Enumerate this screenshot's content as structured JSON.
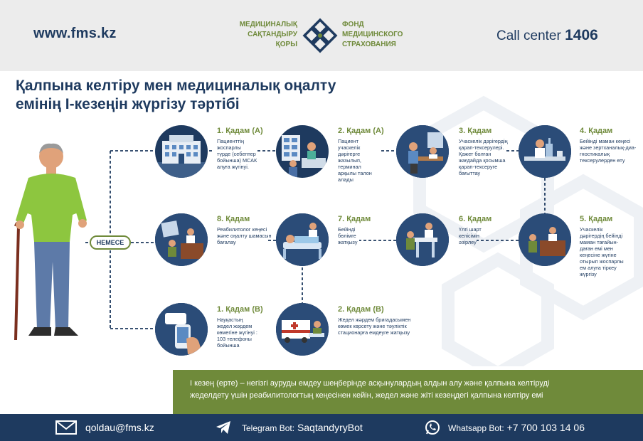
{
  "header": {
    "site": "www.fms.kz",
    "logo_left_lines": [
      "МЕДИЦИНАЛЫҚ",
      "САҚТАНДЫРУ",
      "ҚОРЫ"
    ],
    "logo_right_lines": [
      "ФОНД",
      "МЕДИЦИНСКОГО",
      "СТРАХОВАНИЯ"
    ],
    "call_center_label": "Call center",
    "call_center_number": "1406"
  },
  "title_lines": [
    "Қалпына келтіру мен медициналық оңалту",
    "емінің  І-кезеңін жүргізу тәртібі"
  ],
  "or_label": "НЕМЕСЕ",
  "steps": {
    "s1a": {
      "title": "1. Қадам (А)",
      "lines": [
        "Пациенттің",
        "жоспарлы",
        "түрде (себептер",
        "бойынша) МСАК",
        "алуға жүгінуі."
      ]
    },
    "s2a": {
      "title": "2. Қадам (А)",
      "lines": [
        "Пациент",
        "учаскелік",
        "дәрігерге",
        "жазылып,",
        "терминал",
        "арқылы талон",
        "алады"
      ]
    },
    "s3": {
      "title": "3. Қадам",
      "lines": [
        "Учаскелік дәрігердің",
        "қарап-тексерулері.",
        "Қажет болған",
        "жағдайда қосымша",
        "қарап-тексеруге",
        "бағыттау"
      ]
    },
    "s4": {
      "title": "4. Қадам",
      "lines": [
        "Бейінді маман кеңесі",
        "және зертханалық-диа-",
        "гностикалық",
        "тексерулерден өту"
      ]
    },
    "s5": {
      "title": "5. Қадам",
      "lines": [
        "Учаскелік",
        "дәрігердің бейінді",
        "маман тағайын-",
        "даған емі мен",
        "кеңесіне жүгіне",
        "отырып жоспарлы",
        "ем алуға тіркеу",
        "жүргізу"
      ]
    },
    "s6": {
      "title": "6. Қадам",
      "lines": [
        "Үлгі шарт",
        "келісімін",
        "әзірлеу"
      ]
    },
    "s7": {
      "title": "7. Қадам",
      "lines": [
        "Бейінді",
        "бөлімге",
        "жатқызу"
      ]
    },
    "s8": {
      "title": "8. Қадам",
      "lines": [
        "Реабилитолог кеңесі",
        "және оңалту шамасын",
        "бағалау"
      ]
    },
    "s1b": {
      "title": "1. Қадам (В)",
      "lines": [
        "Науқастың",
        "жедел жәрдем",
        "көмегіне жүгінуі :",
        "103 телефоны",
        "бойынша"
      ]
    },
    "s2b": {
      "title": "2. Қадам (В)",
      "lines": [
        "Жедел жәрдем бригадасымен",
        "көмек көрсету және тәуліктік",
        "стационарға емдеуге жатқызу"
      ]
    }
  },
  "info_lines": [
    "І кезең (ерте) – негізгі ауруды емдеу шеңберінде асқынулардың алдын алу және қалпына келтіруді",
    "жеделдету үшін реабилитологтың кеңесінен кейін, жедел және жіті кезеңдегі қалпына келтіру емі"
  ],
  "footer": {
    "email": "qoldau@fms.kz",
    "telegram_label": "Telegram Bot:",
    "telegram_value": "SaqtandyryBot",
    "whatsapp_label": "Whatsapp Bot:",
    "whatsapp_value": "+7 700 103 14 06"
  },
  "icons": [
    "logo-mark",
    "envelope-icon",
    "telegram-icon",
    "whatsapp-icon"
  ],
  "colors": {
    "navy": "#1e3a5f",
    "olive": "#6f8a3a",
    "header_bg": "#ececec"
  }
}
